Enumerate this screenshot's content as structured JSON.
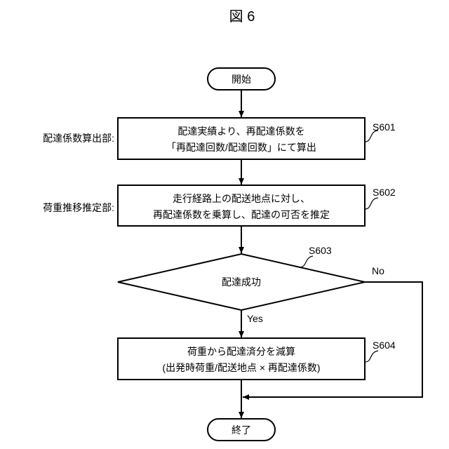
{
  "title": "図 6",
  "nodes": {
    "start": {
      "label": "開始"
    },
    "s601": {
      "step": "S601",
      "unit": "配達係数算出部:",
      "lines": [
        "配達実績より、再配達係数を",
        "「再配達回数/配達回数」にて算出"
      ]
    },
    "s602": {
      "step": "S602",
      "unit": "荷重推移推定部:",
      "lines": [
        "走行経路上の配送地点に対し、",
        "再配達係数を乗算し、配達の可否を推定"
      ]
    },
    "s603": {
      "step": "S603",
      "label": "配達成功",
      "yes": "Yes",
      "no": "No"
    },
    "s604": {
      "step": "S604",
      "lines": [
        "荷重から配達済分を減算",
        "(出発時荷重/配送地点 × 再配達係数)"
      ]
    },
    "end": {
      "label": "終了"
    }
  }
}
